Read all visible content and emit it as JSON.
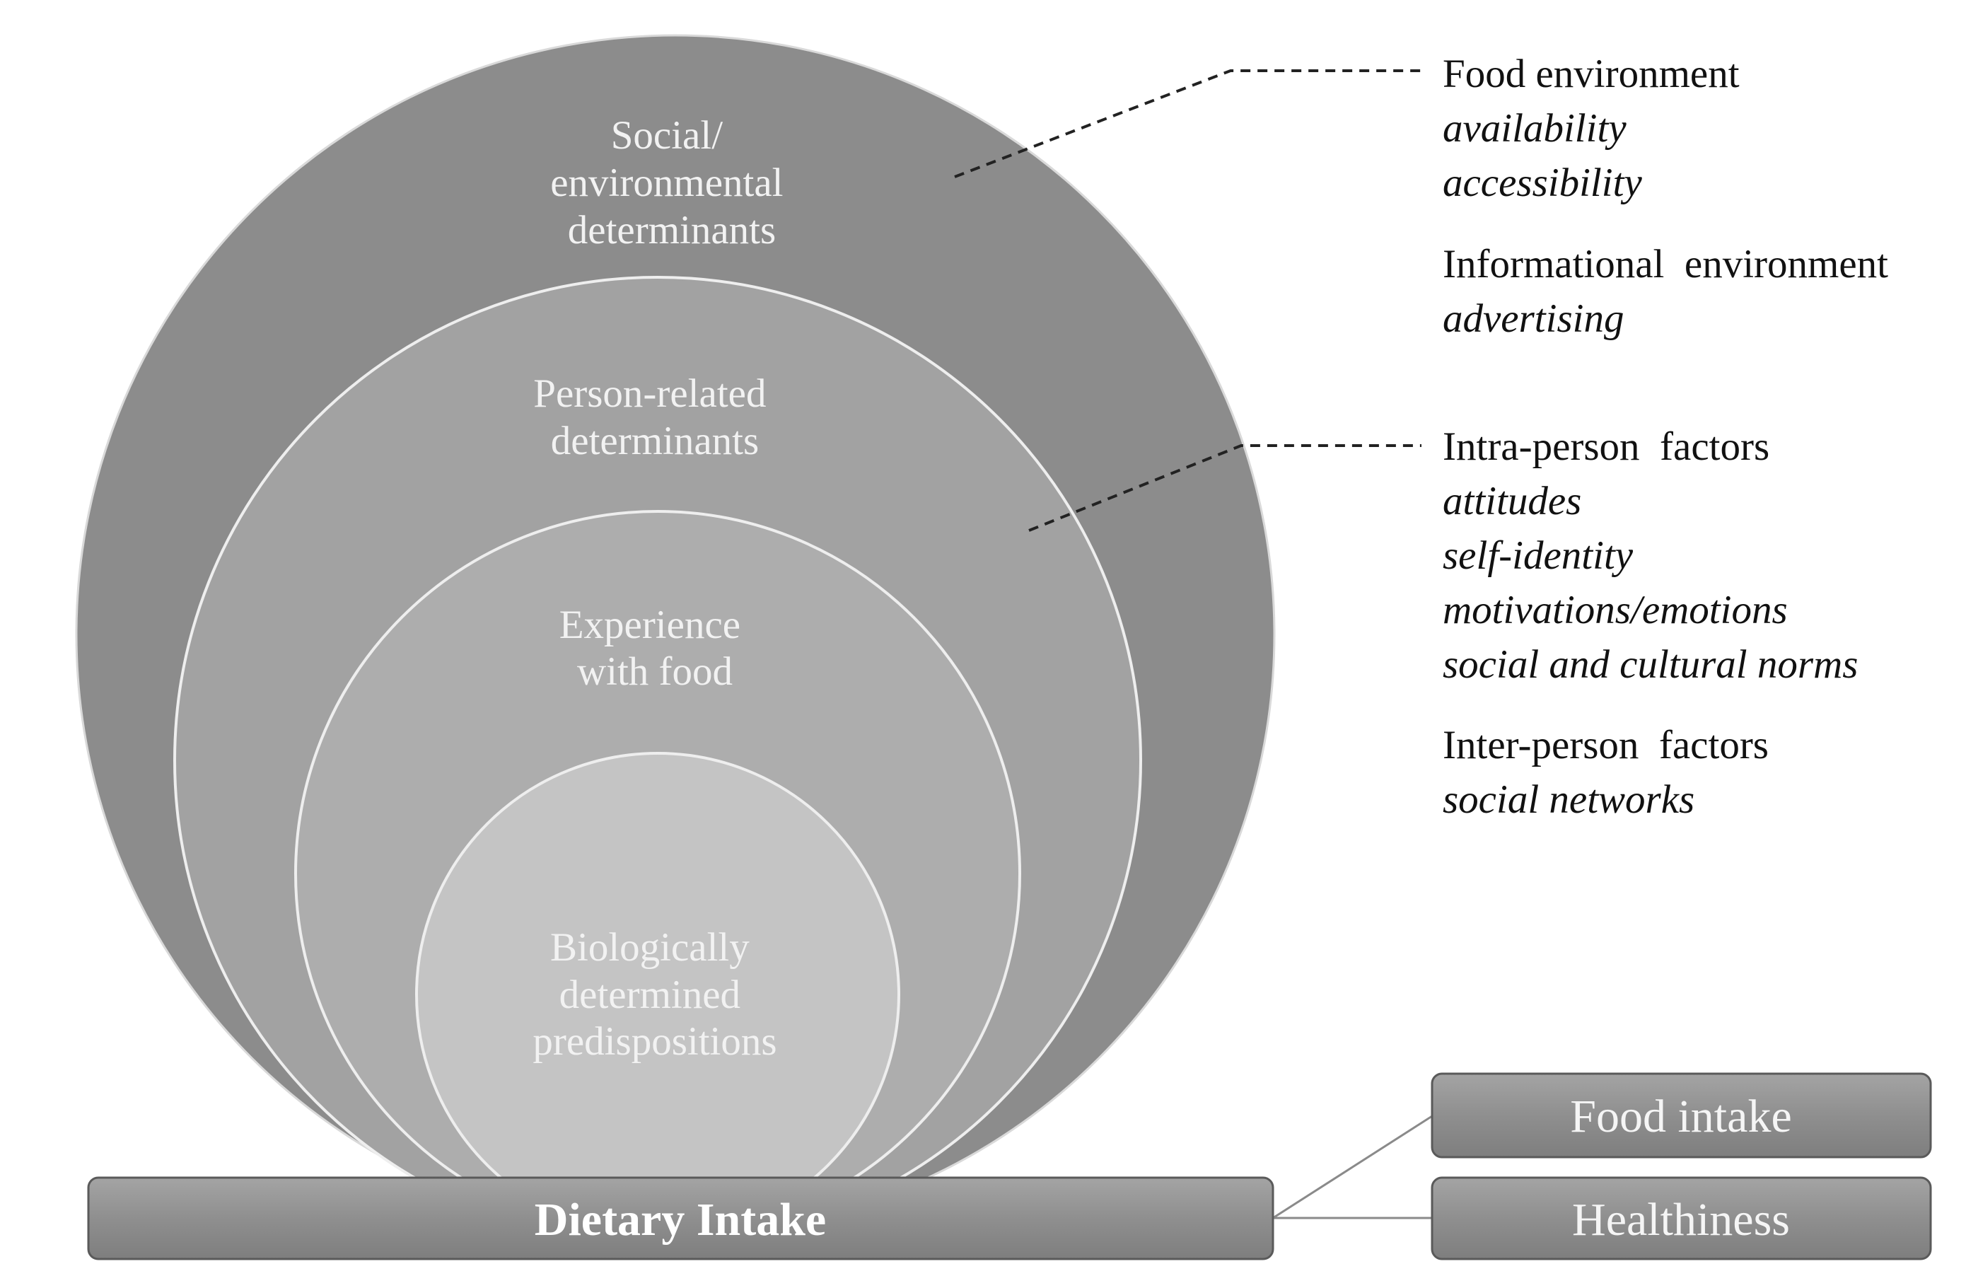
{
  "diagram": {
    "circles": [
      {
        "id": "social",
        "lines": [
          "Social/",
          "environmental",
          "determinants"
        ]
      },
      {
        "id": "person",
        "lines": [
          "Person-related",
          "determinants"
        ]
      },
      {
        "id": "experience",
        "lines": [
          "Experience",
          "with food"
        ]
      },
      {
        "id": "biological",
        "lines": [
          "Biologically",
          "determined",
          "predispositions"
        ]
      }
    ],
    "base_bar": {
      "label": "Dietary Intake"
    },
    "outcomes": [
      {
        "label": "Food intake"
      },
      {
        "label": "Healthiness"
      }
    ],
    "social_factors": [
      {
        "heading": "Food environment",
        "items": [
          "availability",
          "accessibility"
        ]
      },
      {
        "heading": "Informational  environment",
        "items": [
          "advertising"
        ]
      }
    ],
    "person_factors": [
      {
        "heading": "Intra-person  factors",
        "items": [
          "attitudes",
          "self-identity",
          "motivations/emotions",
          "social and cultural norms"
        ]
      },
      {
        "heading": "Inter-person  factors",
        "items": [
          "social networks"
        ]
      }
    ],
    "colors": {
      "outer_circle": "#8c8c8c",
      "person_circle": "#a2a2a2",
      "experience_circle": "#adadad",
      "biological_circle": "#c4c4c4",
      "circle_stroke": "#ebebeb",
      "bar_fill": "#8f8f8f"
    }
  }
}
